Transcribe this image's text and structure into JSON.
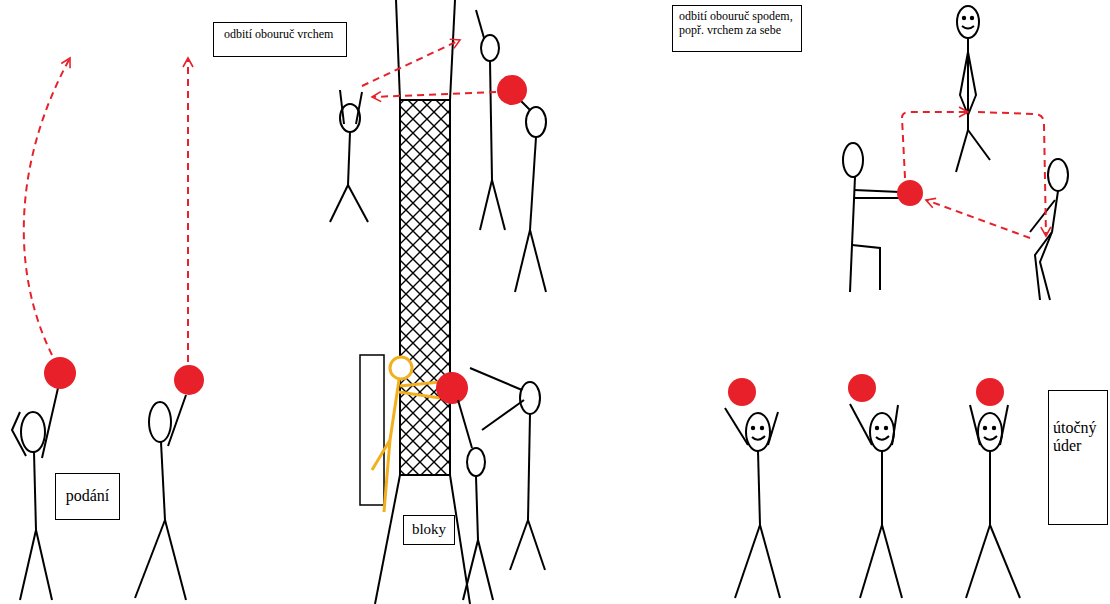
{
  "diagram": {
    "nodes": [
      {
        "text": [
          "odbití obouruč vrchem"
        ]
      },
      {
        "text": [
          "odbití obouruč spodem, popř. vrchem za sebe"
        ]
      },
      {
        "text": [
          "útočný úder"
        ]
      },
      {
        "text": [
          "podání"
        ]
      },
      {
        "text": [
          "bloky"
        ]
      }
    ]
  }
}
